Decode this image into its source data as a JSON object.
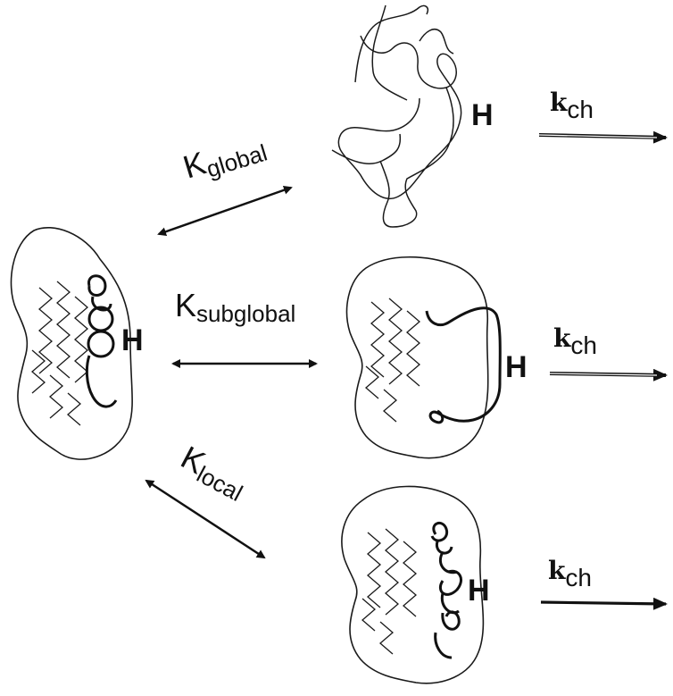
{
  "diagram": {
    "states": {
      "native": {
        "h_label": "H"
      },
      "global_unfolded": {
        "h_label": "H"
      },
      "subglobal_unfolded": {
        "h_label": "H"
      },
      "local_unfolded": {
        "h_label": "H"
      }
    },
    "equilibria": {
      "global": {
        "k_symbol": "K",
        "subscript": "global"
      },
      "subglobal": {
        "k_symbol": "K",
        "subscript": "subglobal"
      },
      "local": {
        "k_symbol": "K",
        "subscript": "local"
      }
    },
    "exchange": {
      "k_symbol": "k",
      "subscript": "ch"
    }
  }
}
